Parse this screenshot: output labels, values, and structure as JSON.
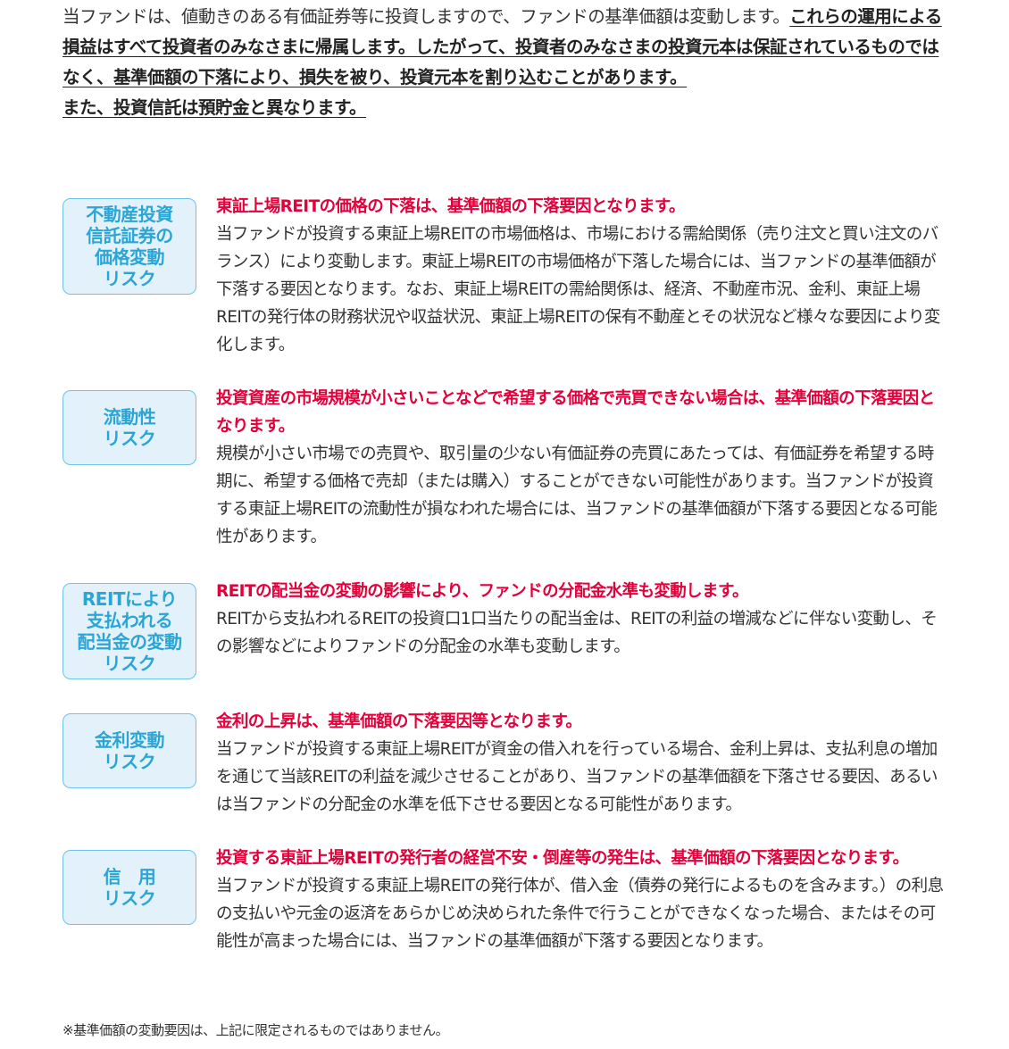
{
  "intro": {
    "plain": "当ファンドは、値動きのある有価証券等に投資しますので、ファンドの基準価額は変動します。",
    "underlined": "これらの運用による損益はすべて投資者のみなさまに帰属します。したがって、投資者のみなさまの投資元本は保証されているものではなく、基準価額の下落により、損失を被り、投資元本を割り込むことがあります。",
    "underlined2": "また、投資信託は預貯金と異なります。"
  },
  "risks": [
    {
      "label": "不動産投資\n信託証券の\n価格変動\nリスク",
      "headline": "東証上場REITの価格の下落は、基準価額の下落要因となります。",
      "body": "当ファンドが投資する東証上場REITの市場価格は、市場における需給関係（売り注文と買い注文のバランス）により変動します。東証上場REITの市場価格が下落した場合には、当ファンドの基準価額が下落する要因となります。なお、東証上場REITの需給関係は、経済、不動産市況、金利、東証上場REITの発行体の財務状況や収益状況、東証上場REITの保有不動産とその状況など様々な要因により変化します。"
    },
    {
      "label": "流動性\nリスク",
      "headline": "投資資産の市場規模が小さいことなどで希望する価格で売買できない場合は、基準価額の下落要因となります。",
      "body": "規模が小さい市場での売買や、取引量の少ない有価証券の売買にあたっては、有価証券を希望する時期に、希望する価格で売却（または購入）することができない可能性があります。当ファンドが投資する東証上場REITの流動性が損なわれた場合には、当ファンドの基準価額が下落する要因となる可能性があります。"
    },
    {
      "label": "REITにより\n支払われる\n配当金の変動\nリスク",
      "headline": "REITの配当金の変動の影響により、ファンドの分配金水準も変動します。",
      "body": "REITから支払われるREITの投資口1口当たりの配当金は、REITの利益の増減などに伴ない変動し、その影響などによりファンドの分配金の水準も変動します。"
    },
    {
      "label": "金利変動\nリスク",
      "headline": "金利の上昇は、基準価額の下落要因等となります。",
      "body": "当ファンドが投資する東証上場REITが資金の借入れを行っている場合、金利上昇は、支払利息の増加を通じて当該REITの利益を減少させることがあり、当ファンドの基準価額を下落させる要因、あるいは当ファンドの分配金の水準を低下させる要因となる可能性があります。"
    },
    {
      "label": "信　用\nリスク",
      "headline": "投資する東証上場REITの発行者の経営不安・倒産等の発生は、基準価額の下落要因となります。",
      "body": "当ファンドが投資する東証上場REITの発行体が、借入金（債券の発行によるものを含みます。）の利息の支払いや元金の返済をあらかじめ決められた条件で行うことができなくなった場合、またはその可能性が高まった場合には、当ファンドの基準価額が下落する要因となります。"
    }
  ],
  "footnote": "※基準価額の変動要因は、上記に限定されるものではありません。"
}
